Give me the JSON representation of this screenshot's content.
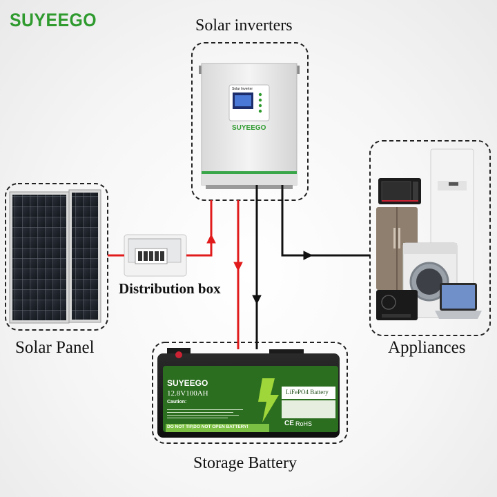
{
  "brand": {
    "logo_text": "SUYEEGO"
  },
  "components": {
    "inverter": {
      "title": "Solar inverters",
      "screen_title": "Solar Inverter",
      "brand_text": "SUYEEGO"
    },
    "solar_panel": {
      "title": "Solar Panel"
    },
    "distribution_box": {
      "title": "Distribution box"
    },
    "appliances": {
      "title": "Appliances"
    },
    "battery": {
      "title": "Storage Battery",
      "brand_text": "SUYEEGO",
      "model": "12.8V100AH",
      "caution_heading": "Caution:",
      "type_label": "LiFePO4 Battery",
      "warning_banner": "DO NOT TIP,DO NOT OPEN BATTERY!",
      "cert_marks": [
        "CE",
        "RoHS"
      ]
    }
  },
  "colors": {
    "brand_green": "#2f9b2f",
    "positive_wire": "#e11b1b",
    "negative_wire": "#111111",
    "dashed_border": "#222222"
  }
}
